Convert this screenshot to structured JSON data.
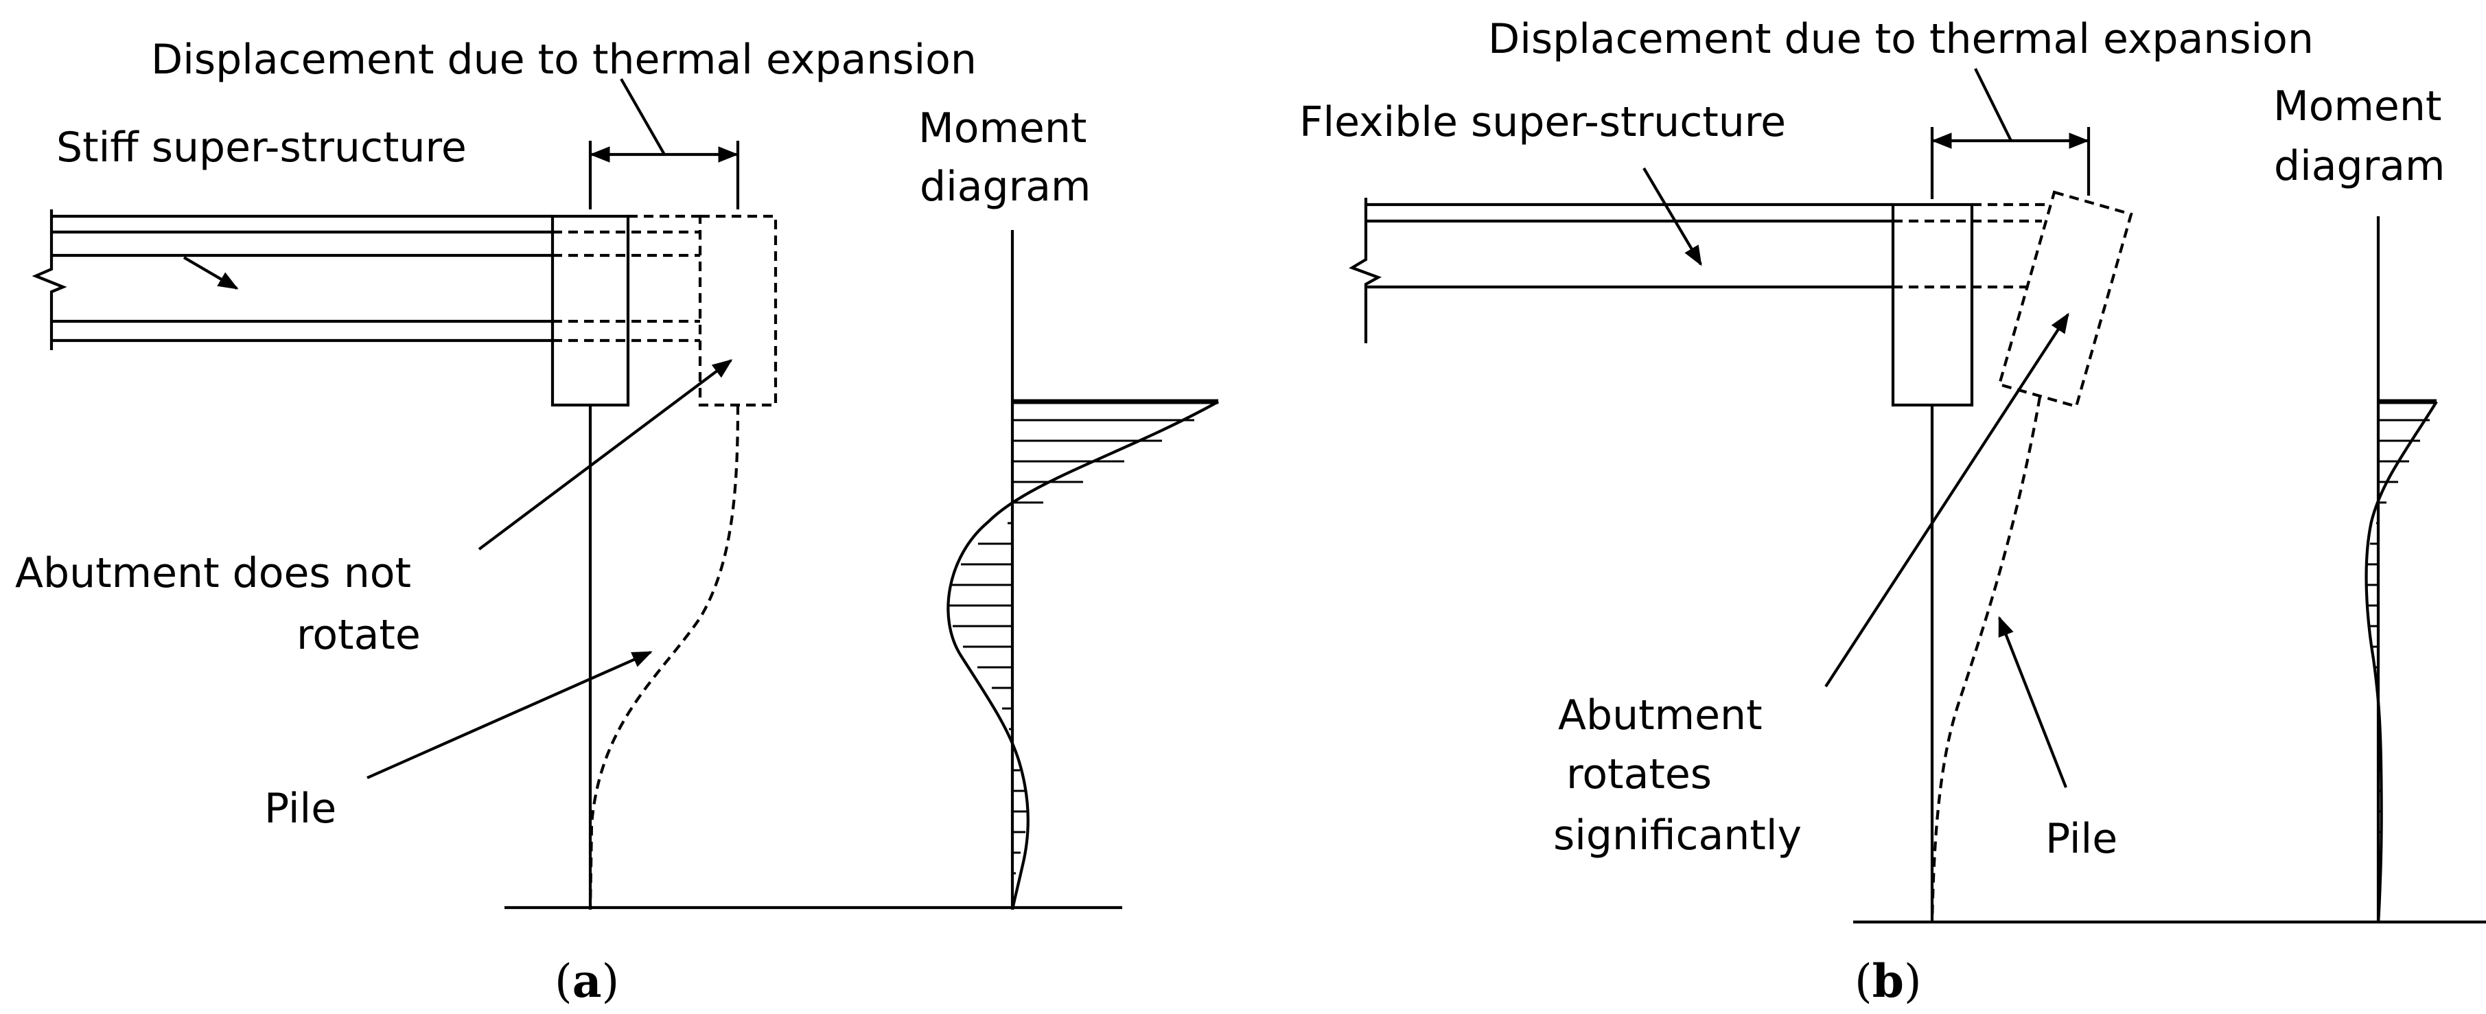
{
  "panel_a": {
    "displacement_label": "Displacement due to thermal expansion",
    "superstructure_label": "Stiff super-structure",
    "moment_label_line1": "Moment",
    "moment_label_line2": "diagram",
    "abutment_label_line1": "Abutment does not",
    "abutment_label_line2": "rotate",
    "pile_label": "Pile",
    "caption_open": "(",
    "caption_letter": "a",
    "caption_close": ")"
  },
  "panel_b": {
    "displacement_label": "Displacement due to thermal expansion",
    "superstructure_label": "Flexible super-structure",
    "moment_label_line1": "Moment",
    "moment_label_line2": "diagram",
    "abutment_label_line1": "Abutment",
    "abutment_label_line2": "rotates",
    "abutment_label_line3": "significantly",
    "pile_label": "Pile",
    "caption_open": "(",
    "caption_letter": "b",
    "caption_close": ")"
  }
}
